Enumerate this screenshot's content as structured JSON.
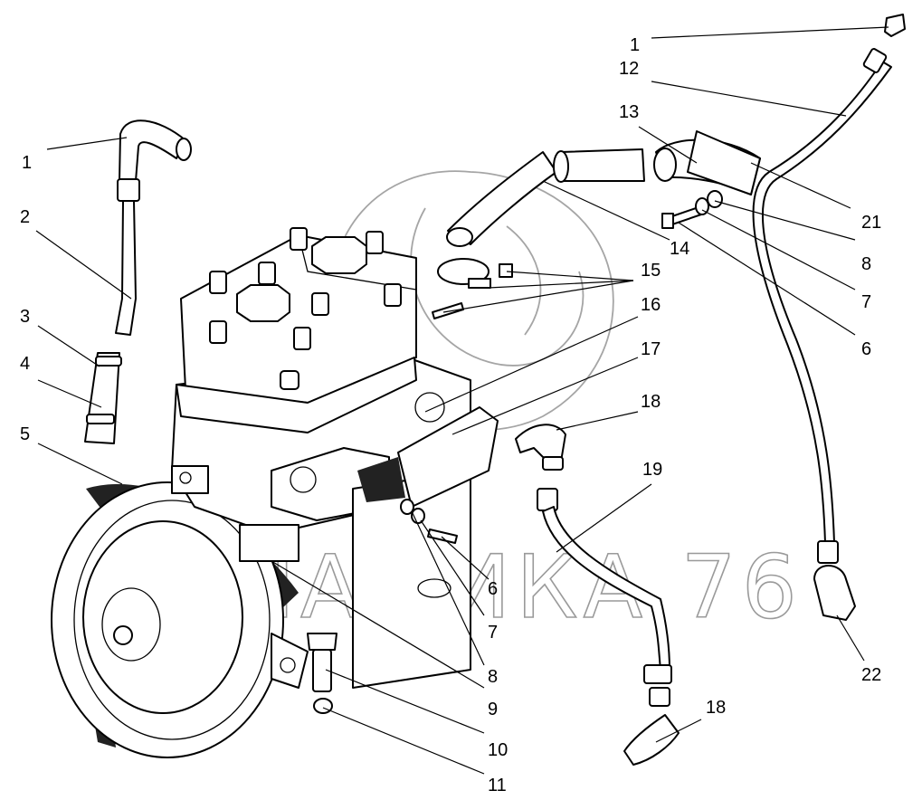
{
  "watermark": {
    "text": "ДИНАМИКА 76"
  },
  "callouts": [
    {
      "id": "c1a",
      "label": "1"
    },
    {
      "id": "c2",
      "label": "2"
    },
    {
      "id": "c3",
      "label": "3"
    },
    {
      "id": "c4",
      "label": "4"
    },
    {
      "id": "c5",
      "label": "5"
    },
    {
      "id": "c1b",
      "label": "1"
    },
    {
      "id": "c12",
      "label": "12"
    },
    {
      "id": "c13",
      "label": "13"
    },
    {
      "id": "c14",
      "label": "14"
    },
    {
      "id": "c15",
      "label": "15"
    },
    {
      "id": "c16",
      "label": "16"
    },
    {
      "id": "c17",
      "label": "17"
    },
    {
      "id": "c18a",
      "label": "18"
    },
    {
      "id": "c19",
      "label": "19"
    },
    {
      "id": "c21",
      "label": "21"
    },
    {
      "id": "c8a",
      "label": "8"
    },
    {
      "id": "c7a",
      "label": "7"
    },
    {
      "id": "c6a",
      "label": "6"
    },
    {
      "id": "c6b",
      "label": "6"
    },
    {
      "id": "c7b",
      "label": "7"
    },
    {
      "id": "c8b",
      "label": "8"
    },
    {
      "id": "c9",
      "label": "9"
    },
    {
      "id": "c10",
      "label": "10"
    },
    {
      "id": "c11",
      "label": "11"
    },
    {
      "id": "c18b",
      "label": "18"
    },
    {
      "id": "c22",
      "label": "22"
    }
  ]
}
